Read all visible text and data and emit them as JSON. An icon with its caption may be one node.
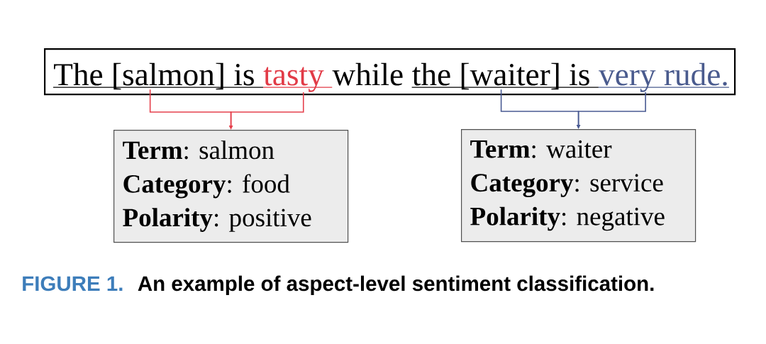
{
  "diagram": {
    "caption": "An example of aspect-level sentiment classification.",
    "nodes": [
      {
        "text": [],
        "shape": "box"
      },
      {
        "text": [
          "The [salmon] is"
        ],
        "in": 0
      },
      {
        "text": [
          "tasty"
        ],
        "in": 0
      },
      {
        "text": [
          "while"
        ],
        "in": 0
      },
      {
        "text": [
          "the [waiter] is"
        ],
        "in": 0
      },
      {
        "text": [
          "very rude."
        ],
        "in": 0
      },
      {
        "text": [
          "**Term**: salmon",
          "**Category**: food",
          "**Polarity**: positive"
        ]
      },
      {
        "text": [
          "**Term**: waiter",
          "**Category**: service",
          "**Polarity**: negative"
        ]
      }
    ],
    "edges": [
      {
        "from": 1,
        "to": 6,
        "arrow": "to",
        "color": "#e5414d"
      },
      {
        "from": 2,
        "to": 6,
        "arrow": "to",
        "color": "#e5414d"
      },
      {
        "from": 4,
        "to": 7,
        "arrow": "to",
        "color": "#4a5b93"
      },
      {
        "from": 5,
        "to": 7,
        "arrow": "to",
        "color": "#4a5b93"
      }
    ],
    "labels": [
      "FIGURE 1."
    ]
  }
}
